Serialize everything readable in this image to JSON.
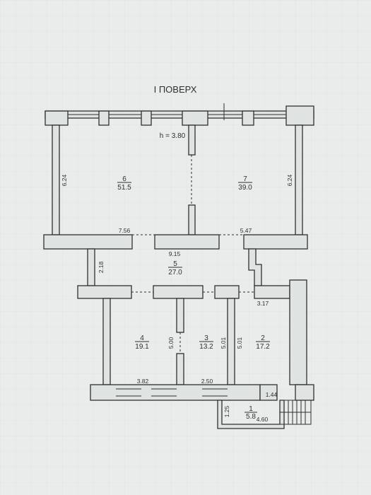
{
  "title": "І ПОВЕРХ",
  "ceiling_height": "h = 3.80",
  "rooms": [
    {
      "number": "6",
      "area": "51.5"
    },
    {
      "number": "7",
      "area": "39.0"
    },
    {
      "number": "5",
      "area": "27.0"
    },
    {
      "number": "4",
      "area": "19.1"
    },
    {
      "number": "3",
      "area": "13.2"
    },
    {
      "number": "2",
      "area": "17.2"
    },
    {
      "number": "1",
      "area": "5.8"
    }
  ],
  "dimensions": {
    "room6_height": "6.24",
    "room7_height": "6.24",
    "room6_width": "7.56",
    "room7_width": "5.47",
    "room5_width": "9.15",
    "room5_depth": "2.18",
    "room3_right": "3.17",
    "room4_height": "5.00",
    "room3_height": "5.01",
    "room2_height": "5.01",
    "room4_width": "3.82",
    "room3_width": "2.50",
    "room1_small": "1.44",
    "room1_depth": "1.25",
    "room1_width": "4.60"
  },
  "colors": {
    "background": "#e9ecea",
    "wall_fill": "#dfe3e1",
    "line": "#2e3130"
  }
}
